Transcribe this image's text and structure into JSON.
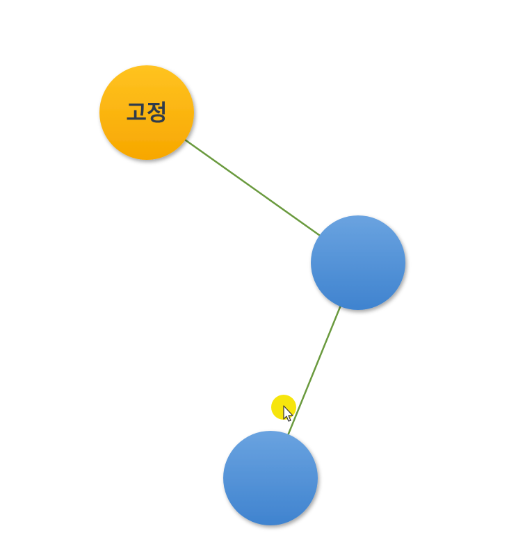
{
  "diagram": {
    "nodes": [
      {
        "id": "fixed",
        "label": "고정",
        "color": "#f7a700",
        "role": "fixed-pivot"
      },
      {
        "id": "middle",
        "label": "",
        "color": "#4a8bd6",
        "role": "bob"
      },
      {
        "id": "bottom",
        "label": "",
        "color": "#4a8bd6",
        "role": "bob"
      }
    ],
    "links": [
      {
        "from": "fixed",
        "to": "middle",
        "color": "#6a9a3e"
      },
      {
        "from": "middle",
        "to": "bottom",
        "color": "#6a9a3e"
      }
    ],
    "cursor": {
      "icon": "mouse-pointer-icon",
      "highlight_color": "#f5e400"
    }
  }
}
